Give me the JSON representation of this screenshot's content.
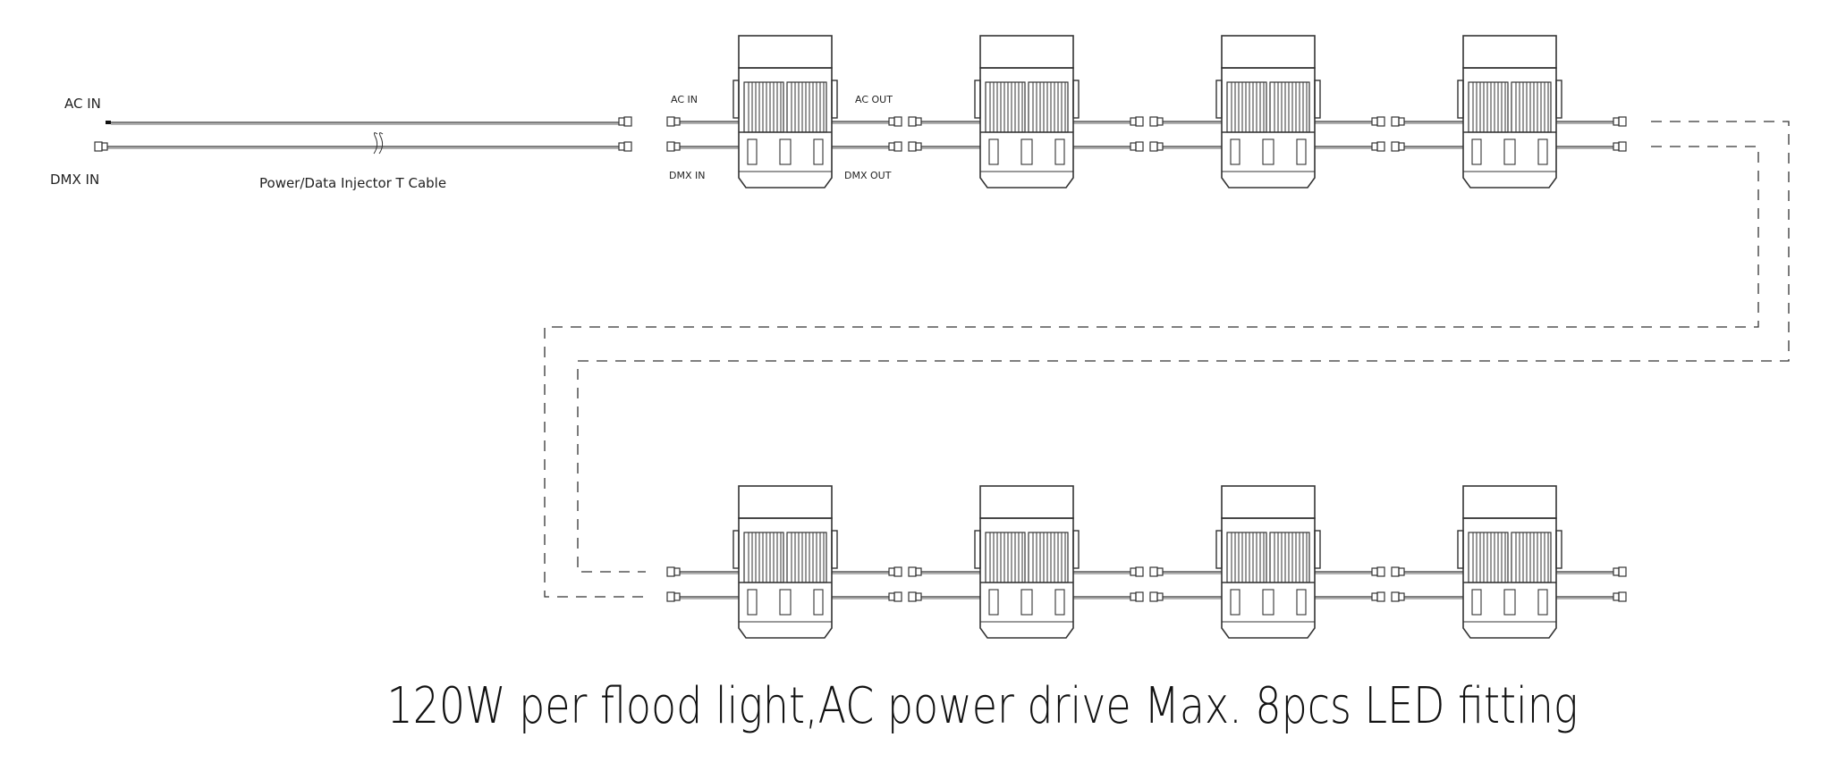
{
  "labels": {
    "ac_in": "AC IN",
    "dmx_in": "DMX IN",
    "injector_cable": "Power/Data Injector T Cable",
    "fixture_ac_in": "AC IN",
    "fixture_ac_out": "AC OUT",
    "fixture_dmx_in": "DMX IN",
    "fixture_dmx_out": "DMX OUT"
  },
  "caption": "120W per flood light,AC power drive Max. 8pcs LED fitting",
  "fixture_count": 8,
  "colors": {
    "line": "#333333",
    "background": "#ffffff"
  }
}
